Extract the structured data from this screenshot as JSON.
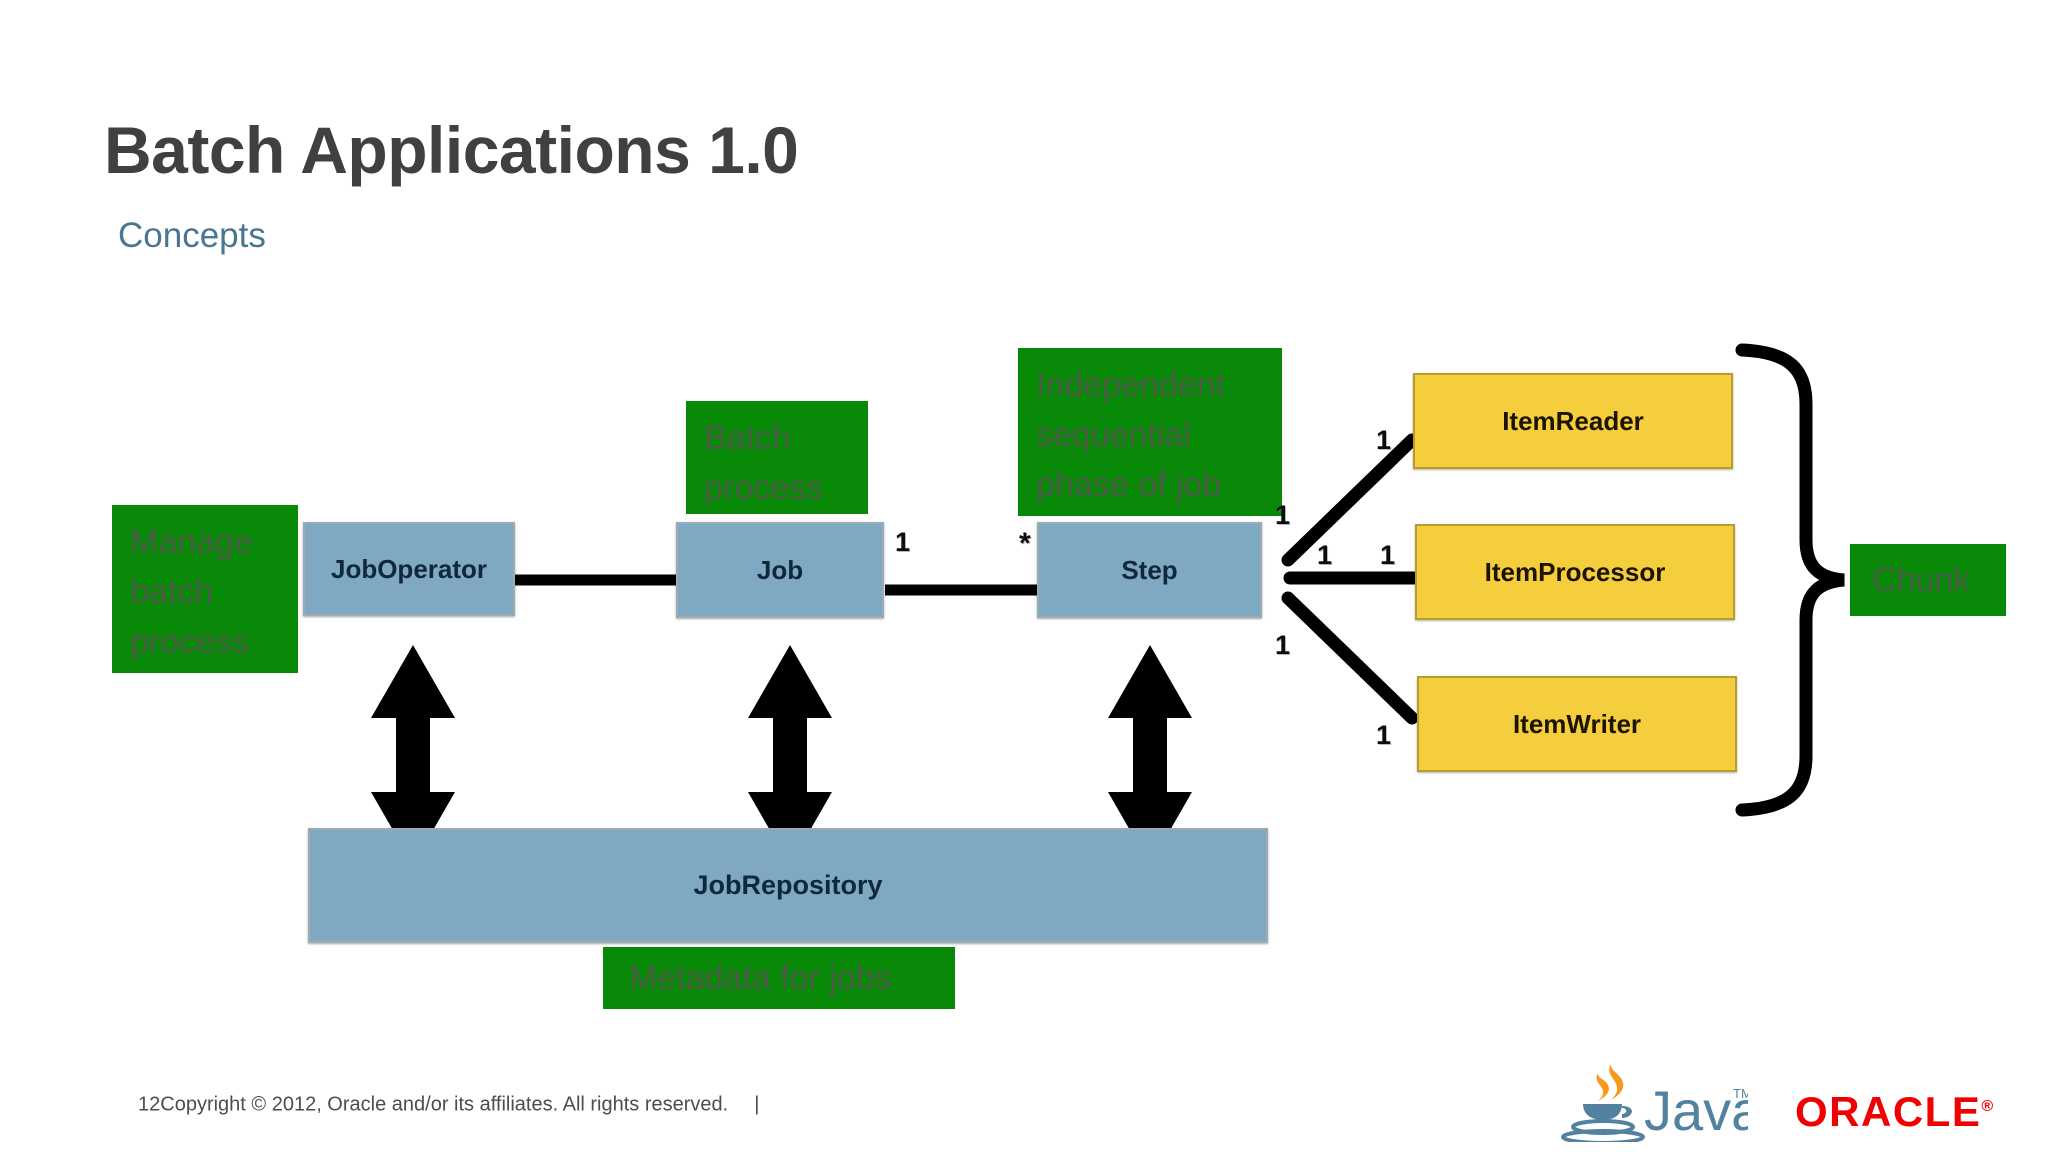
{
  "slide": {
    "title": "Batch Applications 1.0",
    "subtitle": "Concepts",
    "page_number": "12"
  },
  "colors": {
    "title": "#404040",
    "subtitle": "#4a7691",
    "note_green": "#088a08",
    "box_blue": "#7fa8c3",
    "box_yellow": "#f5ce3d",
    "connector_black": "#000000",
    "oracle_red": "#f00000",
    "java_blue": "#5382a1",
    "java_orange": "#f8981d"
  },
  "diagram": {
    "type": "uml-class-diagram",
    "blue_boxes": [
      {
        "id": "joboperator",
        "label": "JobOperator"
      },
      {
        "id": "job",
        "label": "Job"
      },
      {
        "id": "step",
        "label": "Step"
      },
      {
        "id": "jobrepository",
        "label": "JobRepository"
      }
    ],
    "yellow_boxes": [
      {
        "id": "itemreader",
        "label": "ItemReader"
      },
      {
        "id": "itemprocessor",
        "label": "ItemProcessor"
      },
      {
        "id": "itemwriter",
        "label": "ItemWriter"
      }
    ],
    "notes": [
      {
        "id": "note-manage-batch-process",
        "text": "Manage batch process",
        "target": "JobOperator"
      },
      {
        "id": "note-batch-process",
        "text": "Batch process",
        "target": "Job"
      },
      {
        "id": "note-independent-sequential-phase",
        "text": "Independent sequential phase of job",
        "target": "Step"
      },
      {
        "id": "note-chunk",
        "text": "Chunk",
        "target": "ItemReader/ItemProcessor/ItemWriter"
      },
      {
        "id": "note-metadata-for-jobs",
        "text": "Metadata for jobs",
        "target": "JobRepository"
      }
    ],
    "cardinalities": [
      {
        "id": "job-to-step-one",
        "value": "1"
      },
      {
        "id": "step-from-job-many",
        "value": "*"
      },
      {
        "id": "step-to-itemreader-near",
        "value": "1"
      },
      {
        "id": "step-to-itemreader-far",
        "value": "1"
      },
      {
        "id": "step-to-itemprocessor-near",
        "value": "1"
      },
      {
        "id": "step-to-itemprocessor-far",
        "value": "1"
      },
      {
        "id": "step-to-itemwriter-near",
        "value": "1"
      },
      {
        "id": "step-to-itemwriter-far",
        "value": "1"
      }
    ],
    "connectors": [
      {
        "from": "JobOperator",
        "to": "Job",
        "style": "solid"
      },
      {
        "from": "Job",
        "to": "Step",
        "style": "solid"
      },
      {
        "from": "Step",
        "to": "ItemReader",
        "style": "solid"
      },
      {
        "from": "Step",
        "to": "ItemProcessor",
        "style": "solid"
      },
      {
        "from": "Step",
        "to": "ItemWriter",
        "style": "solid"
      },
      {
        "from": "JobOperator",
        "to": "JobRepository",
        "style": "double-arrow"
      },
      {
        "from": "Job",
        "to": "JobRepository",
        "style": "double-arrow"
      },
      {
        "from": "Step",
        "to": "JobRepository",
        "style": "double-arrow"
      }
    ],
    "brace": {
      "groups": [
        "ItemReader",
        "ItemProcessor",
        "ItemWriter"
      ],
      "label": "Chunk"
    }
  },
  "footer": {
    "copyright": "Copyright © 2012, Oracle and/or its affiliates. All rights reserved.",
    "separator": "|",
    "java_wordmark": "Java",
    "java_tm": "TM",
    "oracle_wordmark": "ORACLE",
    "oracle_reg": "®"
  }
}
